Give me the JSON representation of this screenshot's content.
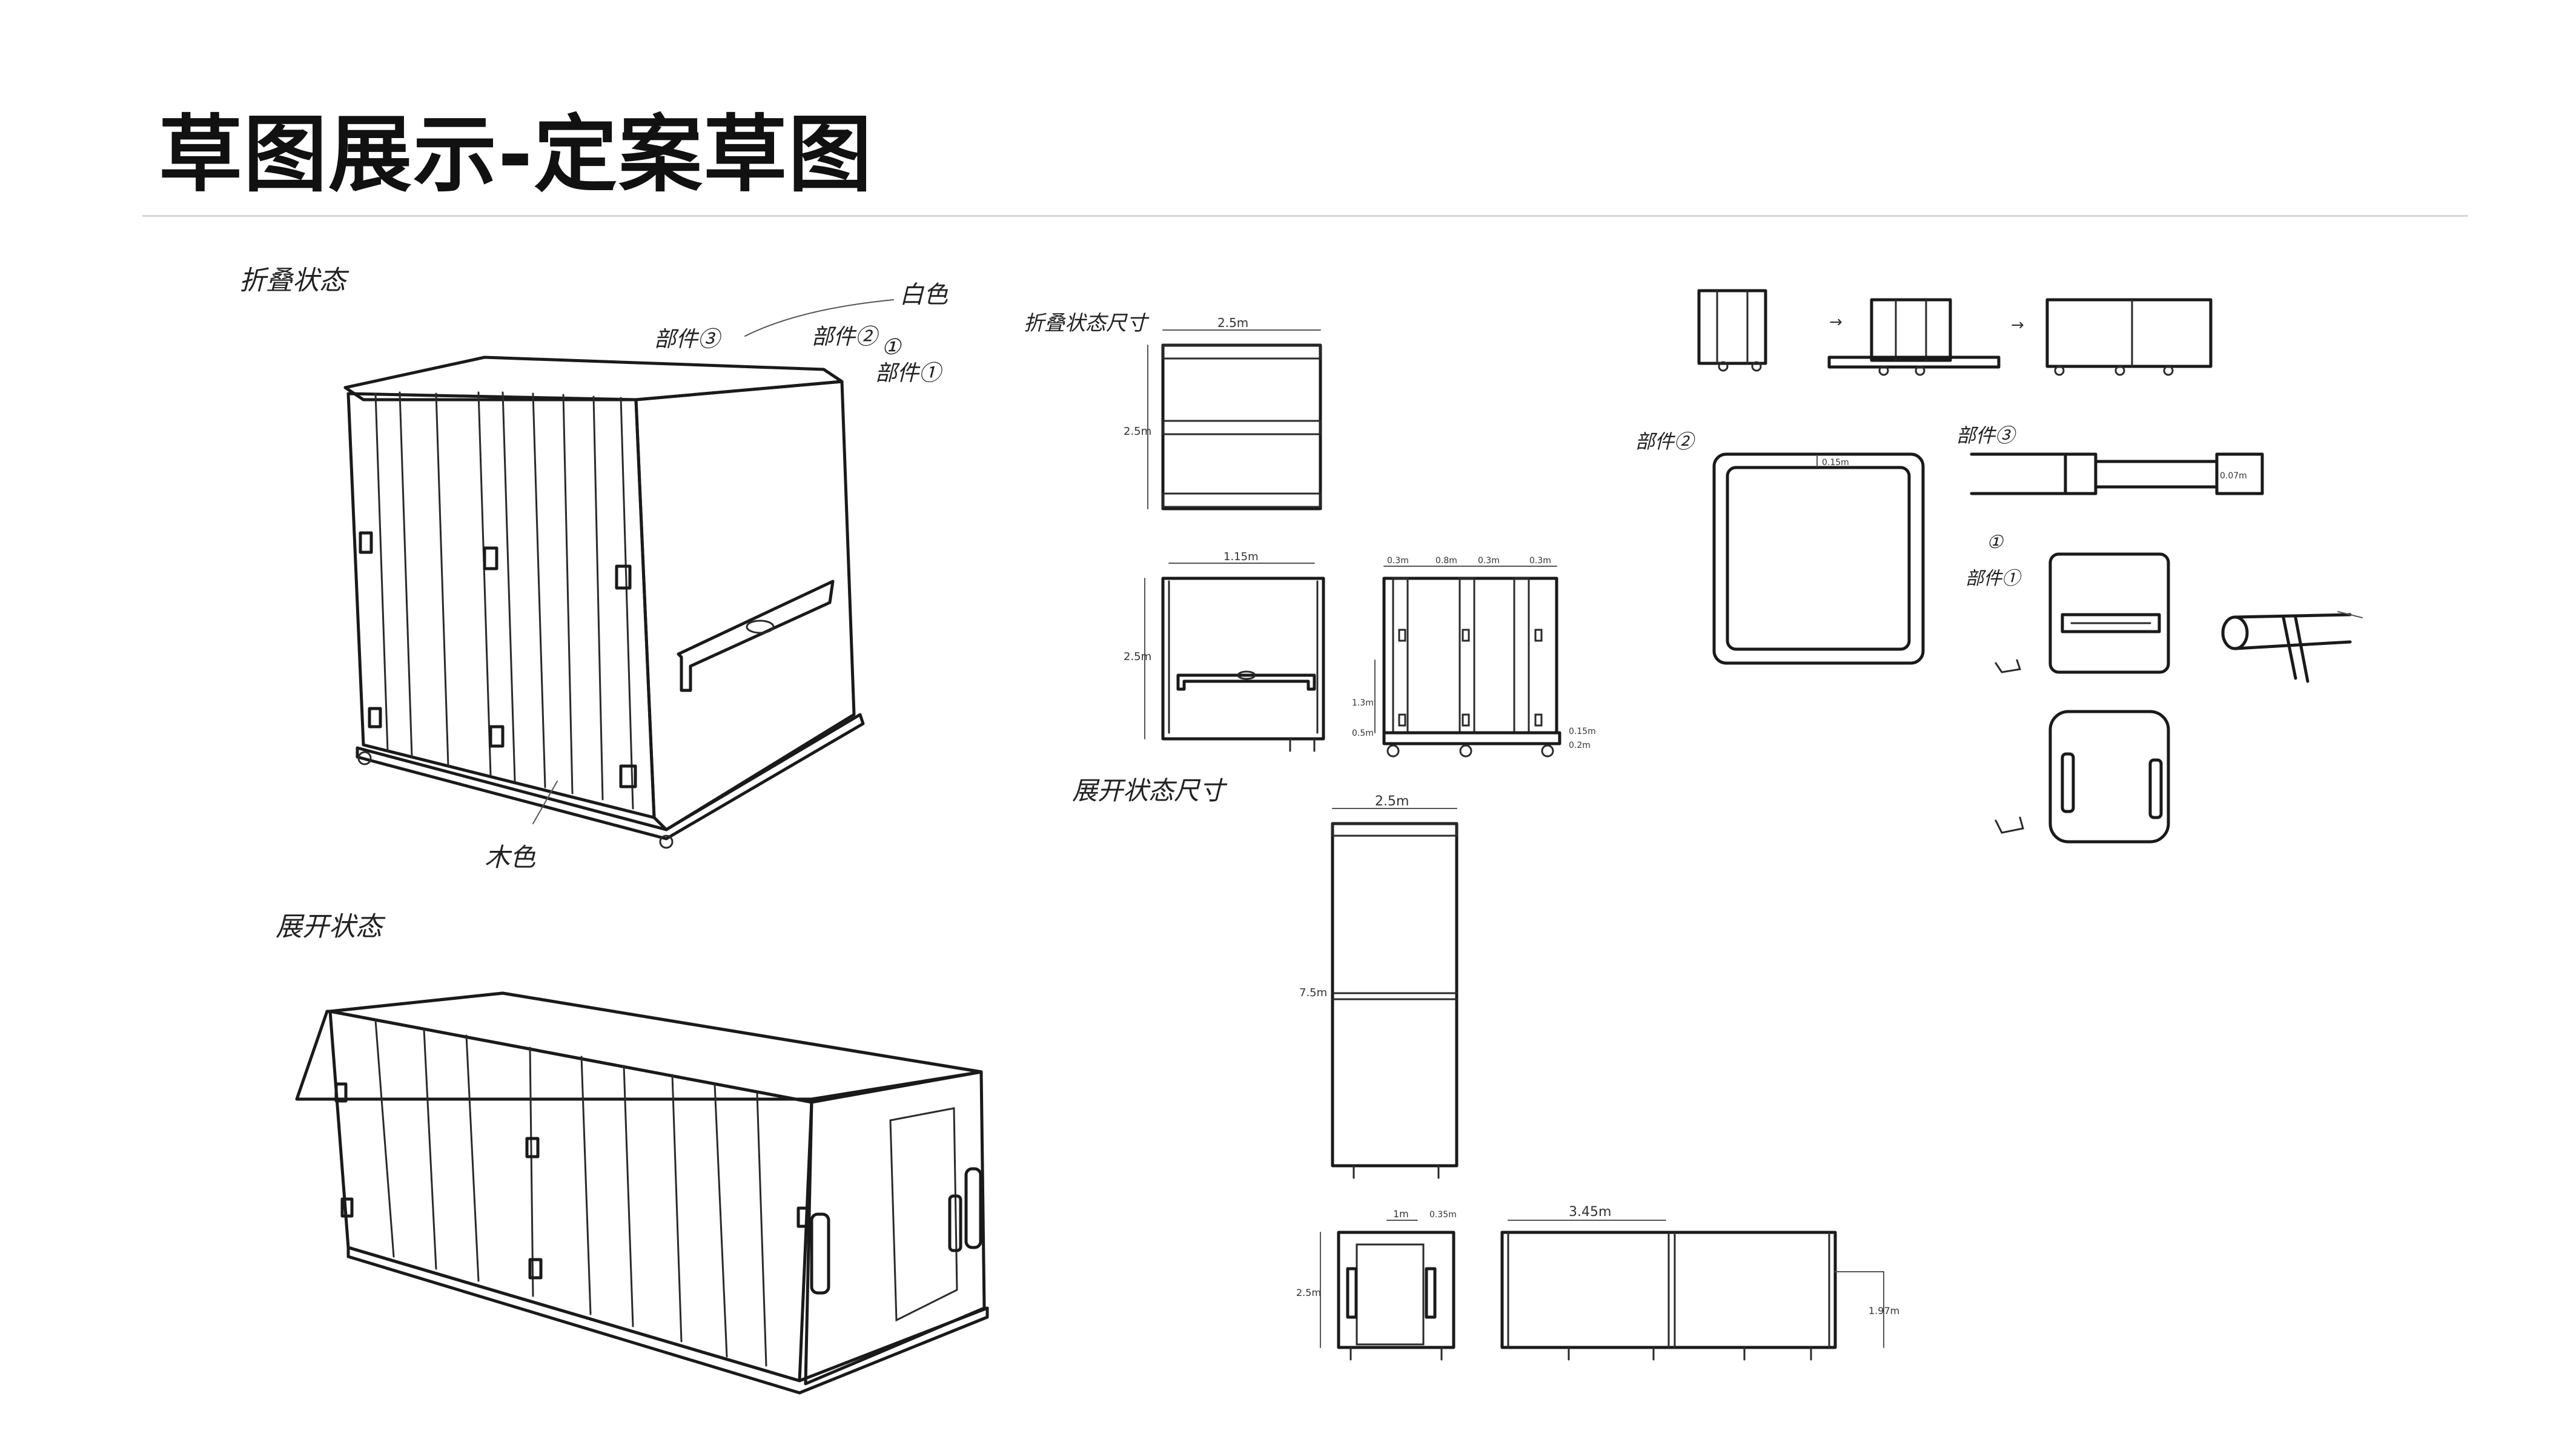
{
  "slide": {
    "title": "草图展示-定案草图"
  },
  "annotations": {
    "folded_state": "折叠状态",
    "folded_size": "折叠状态尺寸",
    "unfolded_state": "展开状态",
    "unfolded_size": "展开状态尺寸",
    "white": "白色",
    "wood": "木色",
    "part_2": "部件②",
    "part_3": "部件③",
    "part_1": "部件①",
    "part_1_mark": "①",
    "part_2_label": "部件②",
    "part_3_label": "部件③"
  },
  "dimensions": {
    "folded_width": "2.5m",
    "folded_height": "2.5m",
    "front_width": "1.15m",
    "front_height": "2.5m",
    "side_a": "0.3m",
    "side_b": "0.8m",
    "side_c": "0.3m",
    "side_d": "0.3m",
    "bottom_1": "1.3m",
    "bottom_2": "0.5m",
    "bottom_3": "0.15m",
    "bottom_4": "0.2m",
    "plan_width": "2.5m",
    "plan_length": "7.5m",
    "unfolded_front_w": "1m",
    "unfolded_front_side": "0.35m",
    "unfolded_front_h": "2.5m",
    "unfolded_long": "3.45m",
    "unfolded_long_h": "1.97m",
    "frame_thickness": "0.15m",
    "beam_dim": "0.07m"
  },
  "colors": {
    "ink": "#1a1a1a",
    "rule": "#d6d6d6",
    "title": "#111111"
  }
}
